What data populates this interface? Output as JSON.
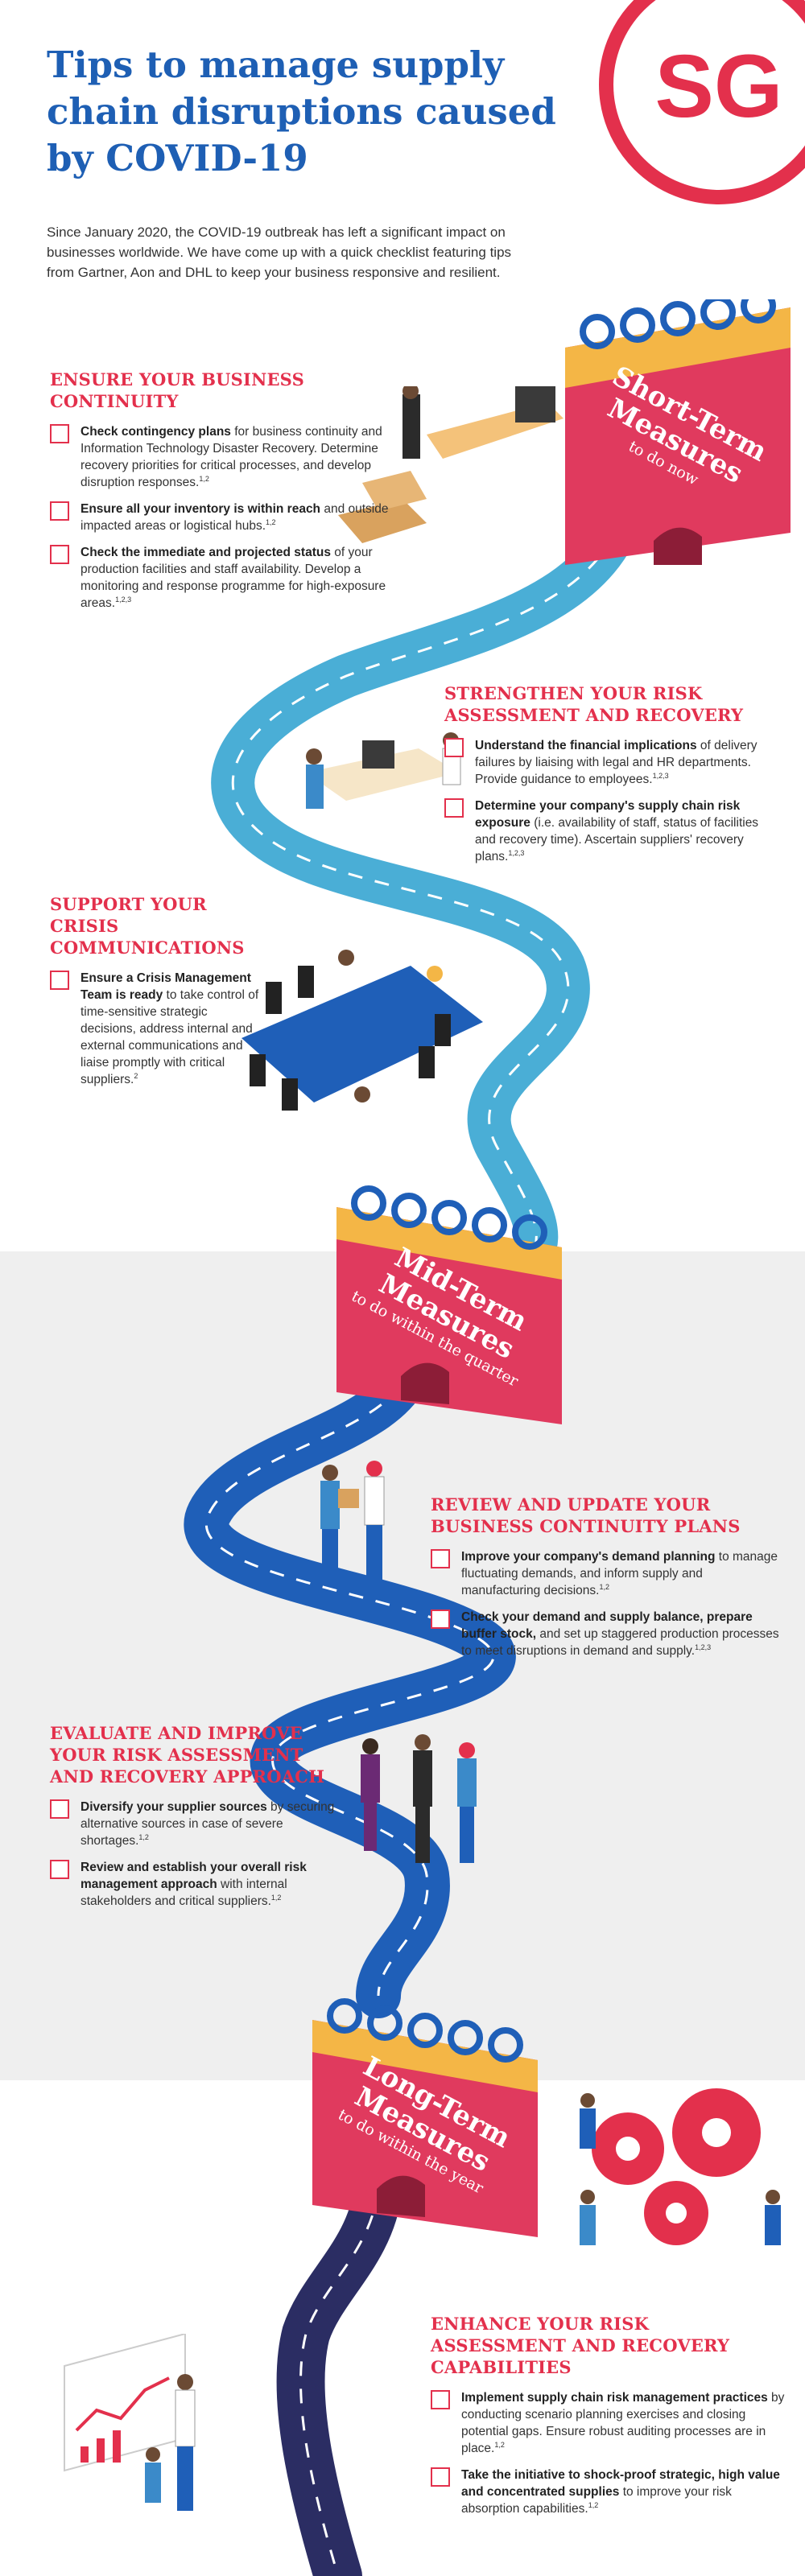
{
  "title": "Tips to manage supply chain disruptions caused by COVID-19",
  "intro": "Since January 2020, the COVID-19 outbreak has left a significant impact on businesses worldwide. We have come up with a quick checklist featuring tips from Gartner, Aon and DHL to keep your business responsive and resilient.",
  "logo_text": "SG",
  "colors": {
    "red": "#e3304c",
    "blue": "#1e5fb4",
    "road_light": "#4aaed6",
    "road_mid": "#1f5fb8",
    "road_dark": "#2b2d63"
  },
  "calendars": [
    {
      "big": "Short-Term Measures",
      "small": "to do now"
    },
    {
      "big": "Mid-Term Measures",
      "small": "to do within the quarter"
    },
    {
      "big": "Long-Term Measures",
      "small": "to do within the year"
    }
  ],
  "sections": {
    "continuity": {
      "title": "Ensure your business continuity",
      "items": [
        {
          "bold": "Check contingency plans",
          "text": " for business continuity and Information Technology Disaster Recovery. Determine recovery priorities for critical processes, and develop disruption responses.",
          "sup": "1,2"
        },
        {
          "bold": "Ensure all your inventory is within reach",
          "text": " and outside impacted areas or logistical hubs.",
          "sup": "1,2"
        },
        {
          "bold": "Check the immediate and projected status",
          "text": " of your production facilities and staff availability. Develop a monitoring and response programme for high-exposure areas.",
          "sup": "1,2,3"
        }
      ]
    },
    "strengthen": {
      "title": "Strengthen your risk assessment and recovery",
      "items": [
        {
          "bold": "Understand the financial implications",
          "text": " of delivery failures by liaising with legal and HR departments. Provide guidance to employees.",
          "sup": "1,2,3"
        },
        {
          "bold": "Determine your company's supply chain risk exposure",
          "text": " (i.e. availability of staff, status of facilities and recovery time). Ascertain suppliers' recovery plans.",
          "sup": "1,2,3"
        }
      ]
    },
    "crisis": {
      "title": "Support your crisis communications",
      "items": [
        {
          "bold": "Ensure a Crisis Management Team is ready",
          "text": " to take control of time-sensitive strategic decisions, address internal and external communications and liaise promptly with critical suppliers.",
          "sup": "2"
        }
      ]
    },
    "review": {
      "title": "Review and update your business continuity plans",
      "items": [
        {
          "bold": "Improve your company's demand planning",
          "text": " to manage fluctuating demands, and inform supply and manufacturing decisions.",
          "sup": "1,2"
        },
        {
          "bold": "Check your demand and supply balance, prepare buffer stock,",
          "text": " and set up staggered production processes to meet disruptions in demand and supply.",
          "sup": "1,2,3"
        }
      ]
    },
    "evaluate": {
      "title": "Evaluate and improve your risk assessment and recovery approach",
      "items": [
        {
          "bold": "Diversify your supplier sources",
          "text": " by securing alternative sources in case of severe shortages.",
          "sup": "1,2"
        },
        {
          "bold": "Review and establish your overall risk management approach",
          "text": " with internal stakeholders and critical suppliers.",
          "sup": "1,2"
        }
      ]
    },
    "enhance": {
      "title": "Enhance your risk assessment and recovery capabilities",
      "items": [
        {
          "bold": "Implement supply chain risk management practices",
          "text": " by conducting scenario planning exercises and closing potential gaps. Ensure robust auditing processes are in place.",
          "sup": "1,2"
        },
        {
          "bold": "Take the initiative to shock-proof strategic, high value and concentrated supplies",
          "text": " to improve your risk absorption capabilities.",
          "sup": "1,2"
        }
      ]
    }
  }
}
